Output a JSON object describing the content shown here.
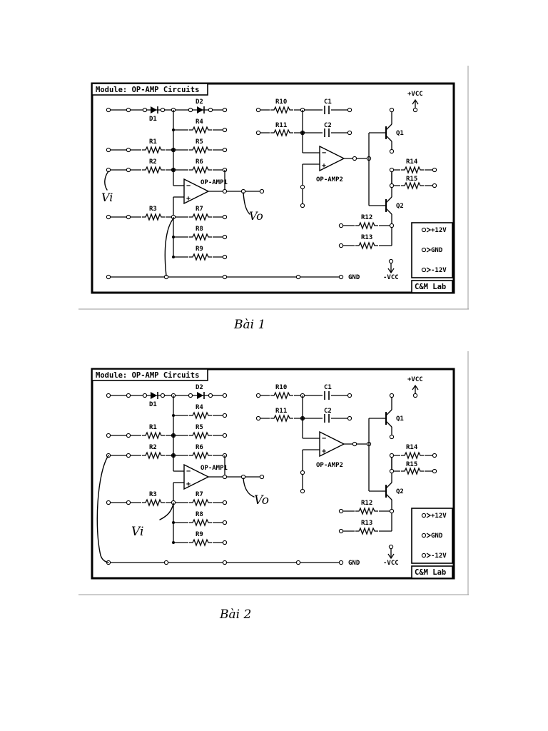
{
  "panels": [
    {
      "title": "Module: OP-AMP Circuits",
      "caption": "Bài 1",
      "vi_label": "Vi",
      "vo_label": "Vo"
    },
    {
      "title": "Module: OP-AMP Circuits",
      "caption": "Bài 2",
      "vi_label": "Vi",
      "vo_label": "Vo"
    }
  ],
  "labels": {
    "d1": "D1",
    "d2": "D2",
    "r1": "R1",
    "r2": "R2",
    "r3": "R3",
    "r4": "R4",
    "r5": "R5",
    "r6": "R6",
    "r7": "R7",
    "r8": "R8",
    "r9": "R9",
    "r10": "R10",
    "r11": "R11",
    "r12": "R12",
    "r13": "R13",
    "r14": "R14",
    "r15": "R15",
    "c1": "C1",
    "c2": "C2",
    "q1": "Q1",
    "q2": "Q2",
    "opamp1": "OP-AMP1",
    "opamp2": "OP-AMP2",
    "gnd": "GND",
    "vcc_pos": "+VCC",
    "vcc_neg": "-VCC",
    "p12": "+12V",
    "gnd_pin": "GND",
    "n12": "-12V",
    "lab": "C&M Lab"
  },
  "icons": [
    "diode-icon",
    "resistor-icon",
    "capacitor-icon",
    "op-amp-icon",
    "npn-transistor-icon",
    "pnp-transistor-icon",
    "terminal-pin-icon",
    "arrow-up-icon",
    "arrow-down-icon"
  ]
}
